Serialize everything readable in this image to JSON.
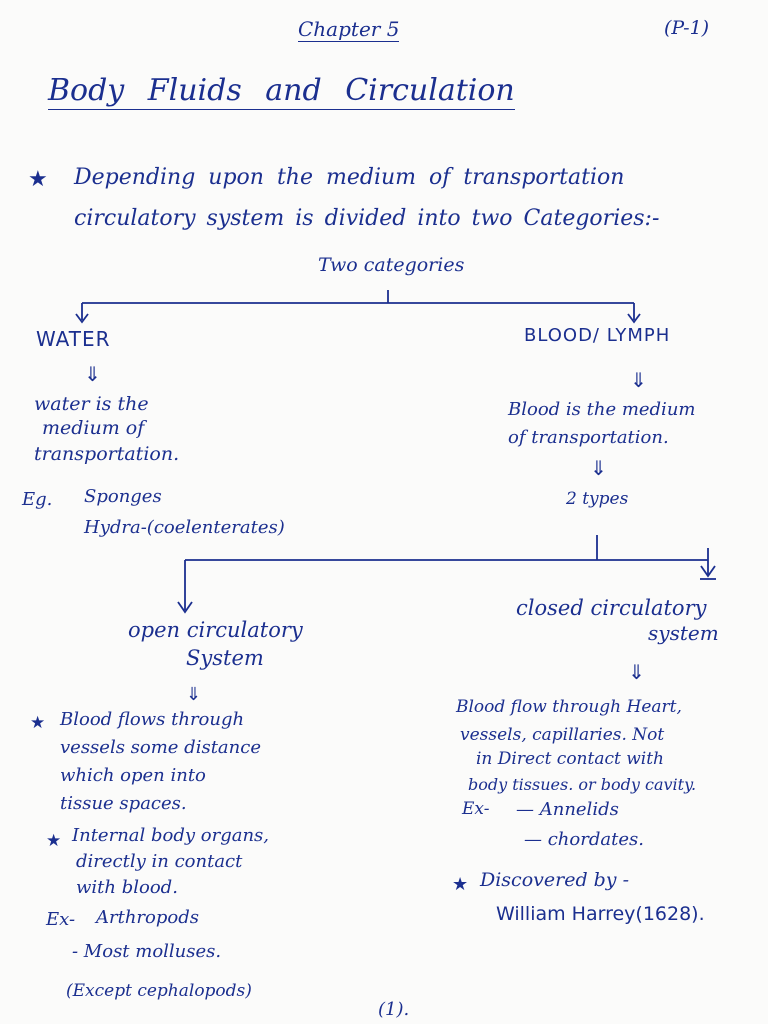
{
  "header": {
    "chapter": "Chapter 5",
    "page_tag": "(P-1)",
    "title": "Body Fluids and Circulation"
  },
  "intro": {
    "star": "★",
    "line1": "Depending upon the medium of transportation",
    "line2": "circulatory system is divided into two Categories:-"
  },
  "tree": {
    "root_label": "Two categories",
    "left": {
      "heading": "WATER",
      "desc": [
        "water is the",
        "medium of",
        "transportation."
      ],
      "eg_label": "Eg.",
      "examples": [
        "Sponges",
        "Hydra-(coelenterates)"
      ]
    },
    "right": {
      "heading": "BLOOD/ LYMPH",
      "desc": [
        "Blood is the medium",
        "of transportation."
      ],
      "types_label": "2 types"
    }
  },
  "open_system": {
    "title": [
      "open circulatory",
      "System"
    ],
    "points": [
      [
        "Blood flows through",
        "vessels some distance",
        "which open into",
        "tissue spaces."
      ],
      [
        "Internal body organs,",
        "directly in contact",
        "with blood."
      ]
    ],
    "ex_label": "Ex-",
    "examples": [
      "Arthropods",
      "- Most molluses.",
      "(Except cephalopods)"
    ]
  },
  "closed_system": {
    "title": [
      "closed circulatory",
      "system"
    ],
    "desc": [
      "Blood flow through Heart,",
      "vessels, capillaries. Not",
      "in Direct contact with",
      "body tissues. or body cavity."
    ],
    "ex_label": "Ex-",
    "examples": [
      "— Annelids",
      "— chordates."
    ],
    "discovered_label": "Discovered by -",
    "discoverer": "William Harrey(1628)."
  },
  "footer": {
    "page_number": "(1)."
  },
  "glyphs": {
    "arrow": "⇓",
    "star": "★"
  }
}
